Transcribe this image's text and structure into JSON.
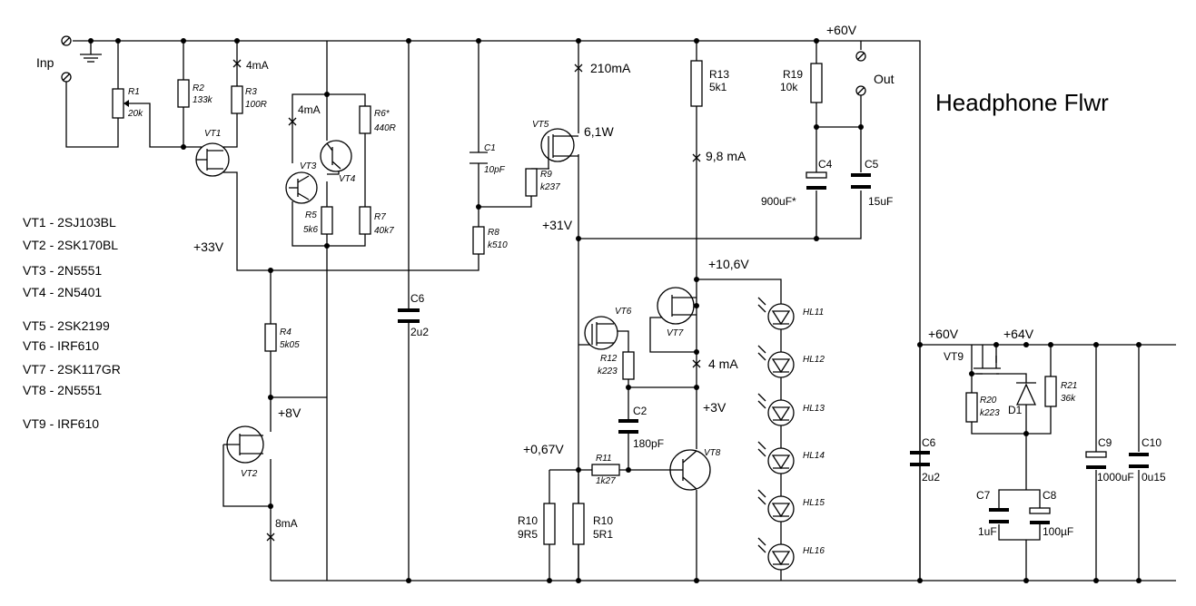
{
  "title": "Headphone Flwr",
  "terminals": {
    "input": "Inp",
    "output": "Out"
  },
  "parts_list": [
    "VT1 - 2SJ103BL",
    "VT2 - 2SK170BL",
    "VT3 - 2N5551",
    "VT4 - 2N5401",
    "VT5  - 2SK2199",
    "VT6  - IRF610",
    "VT7 - 2SK117GR",
    "VT8 - 2N5551",
    "VT9  - IRF610"
  ],
  "rails": {
    "v60_top": "+60V",
    "v33": "+33V",
    "v8": "+8V",
    "v31": "+31V",
    "v10_6": "+10,6V",
    "v3": "+3V",
    "v0_67": "+0,67V",
    "v60_psu": "+60V",
    "v64": "+64V"
  },
  "currents": {
    "i_r3": "4mA",
    "i_vt3": "4mA",
    "i_vt5": "210mA",
    "pwr_vt5": "6,1W",
    "i_r13": "9,8 mA",
    "i_vt7": "4 mA",
    "i_vt2": "8mA"
  },
  "components": {
    "R1": {
      "ref": "R1",
      "value": "20k"
    },
    "R2": {
      "ref": "R2",
      "value": "133k"
    },
    "R3": {
      "ref": "R3",
      "value": "100R"
    },
    "R4": {
      "ref": "R4",
      "value": "5k05"
    },
    "R5": {
      "ref": "R5",
      "value": "5k6"
    },
    "R6": {
      "ref": "R6*",
      "value": "440R"
    },
    "R7": {
      "ref": "R7",
      "value": "40k7"
    },
    "R8": {
      "ref": "R8",
      "value": "k510"
    },
    "R9": {
      "ref": "R9",
      "value": "k237"
    },
    "R10a": {
      "ref": "R10",
      "value": "9R5"
    },
    "R10b": {
      "ref": "R10",
      "value": "5R1"
    },
    "R11": {
      "ref": "R11",
      "value": "1k27"
    },
    "R12": {
      "ref": "R12",
      "value": "k223"
    },
    "R13": {
      "ref": "R13",
      "value": "5k1"
    },
    "R19": {
      "ref": "R19",
      "value": "10k"
    },
    "R20": {
      "ref": "R20",
      "value": "k223"
    },
    "R21": {
      "ref": "R21",
      "value": "36k"
    },
    "C1": {
      "ref": "C1",
      "value": "10pF"
    },
    "C2": {
      "ref": "C2",
      "value": "180pF"
    },
    "C4": {
      "ref": "C4",
      "value": "900uF*"
    },
    "C5": {
      "ref": "C5",
      "value": "15uF"
    },
    "C6a": {
      "ref": "C6",
      "value": "2u2"
    },
    "C6b": {
      "ref": "C6",
      "value": "2u2"
    },
    "C7": {
      "ref": "C7",
      "value": "1uF"
    },
    "C8": {
      "ref": "C8",
      "value": "100µF"
    },
    "C9": {
      "ref": "C9",
      "value": "1000uF"
    },
    "C10": {
      "ref": "C10",
      "value": "0u15"
    },
    "D1": {
      "ref": "D1"
    },
    "VT1": {
      "ref": "VT1"
    },
    "VT2": {
      "ref": "VT2"
    },
    "VT3": {
      "ref": "VT3"
    },
    "VT4": {
      "ref": "VT4"
    },
    "VT5": {
      "ref": "VT5"
    },
    "VT6": {
      "ref": "VT6"
    },
    "VT7": {
      "ref": "VT7"
    },
    "VT8": {
      "ref": "VT8"
    },
    "VT9": {
      "ref": "VT9"
    }
  },
  "leds": [
    "HL11",
    "HL12",
    "HL13",
    "HL14",
    "HL15",
    "HL16"
  ]
}
